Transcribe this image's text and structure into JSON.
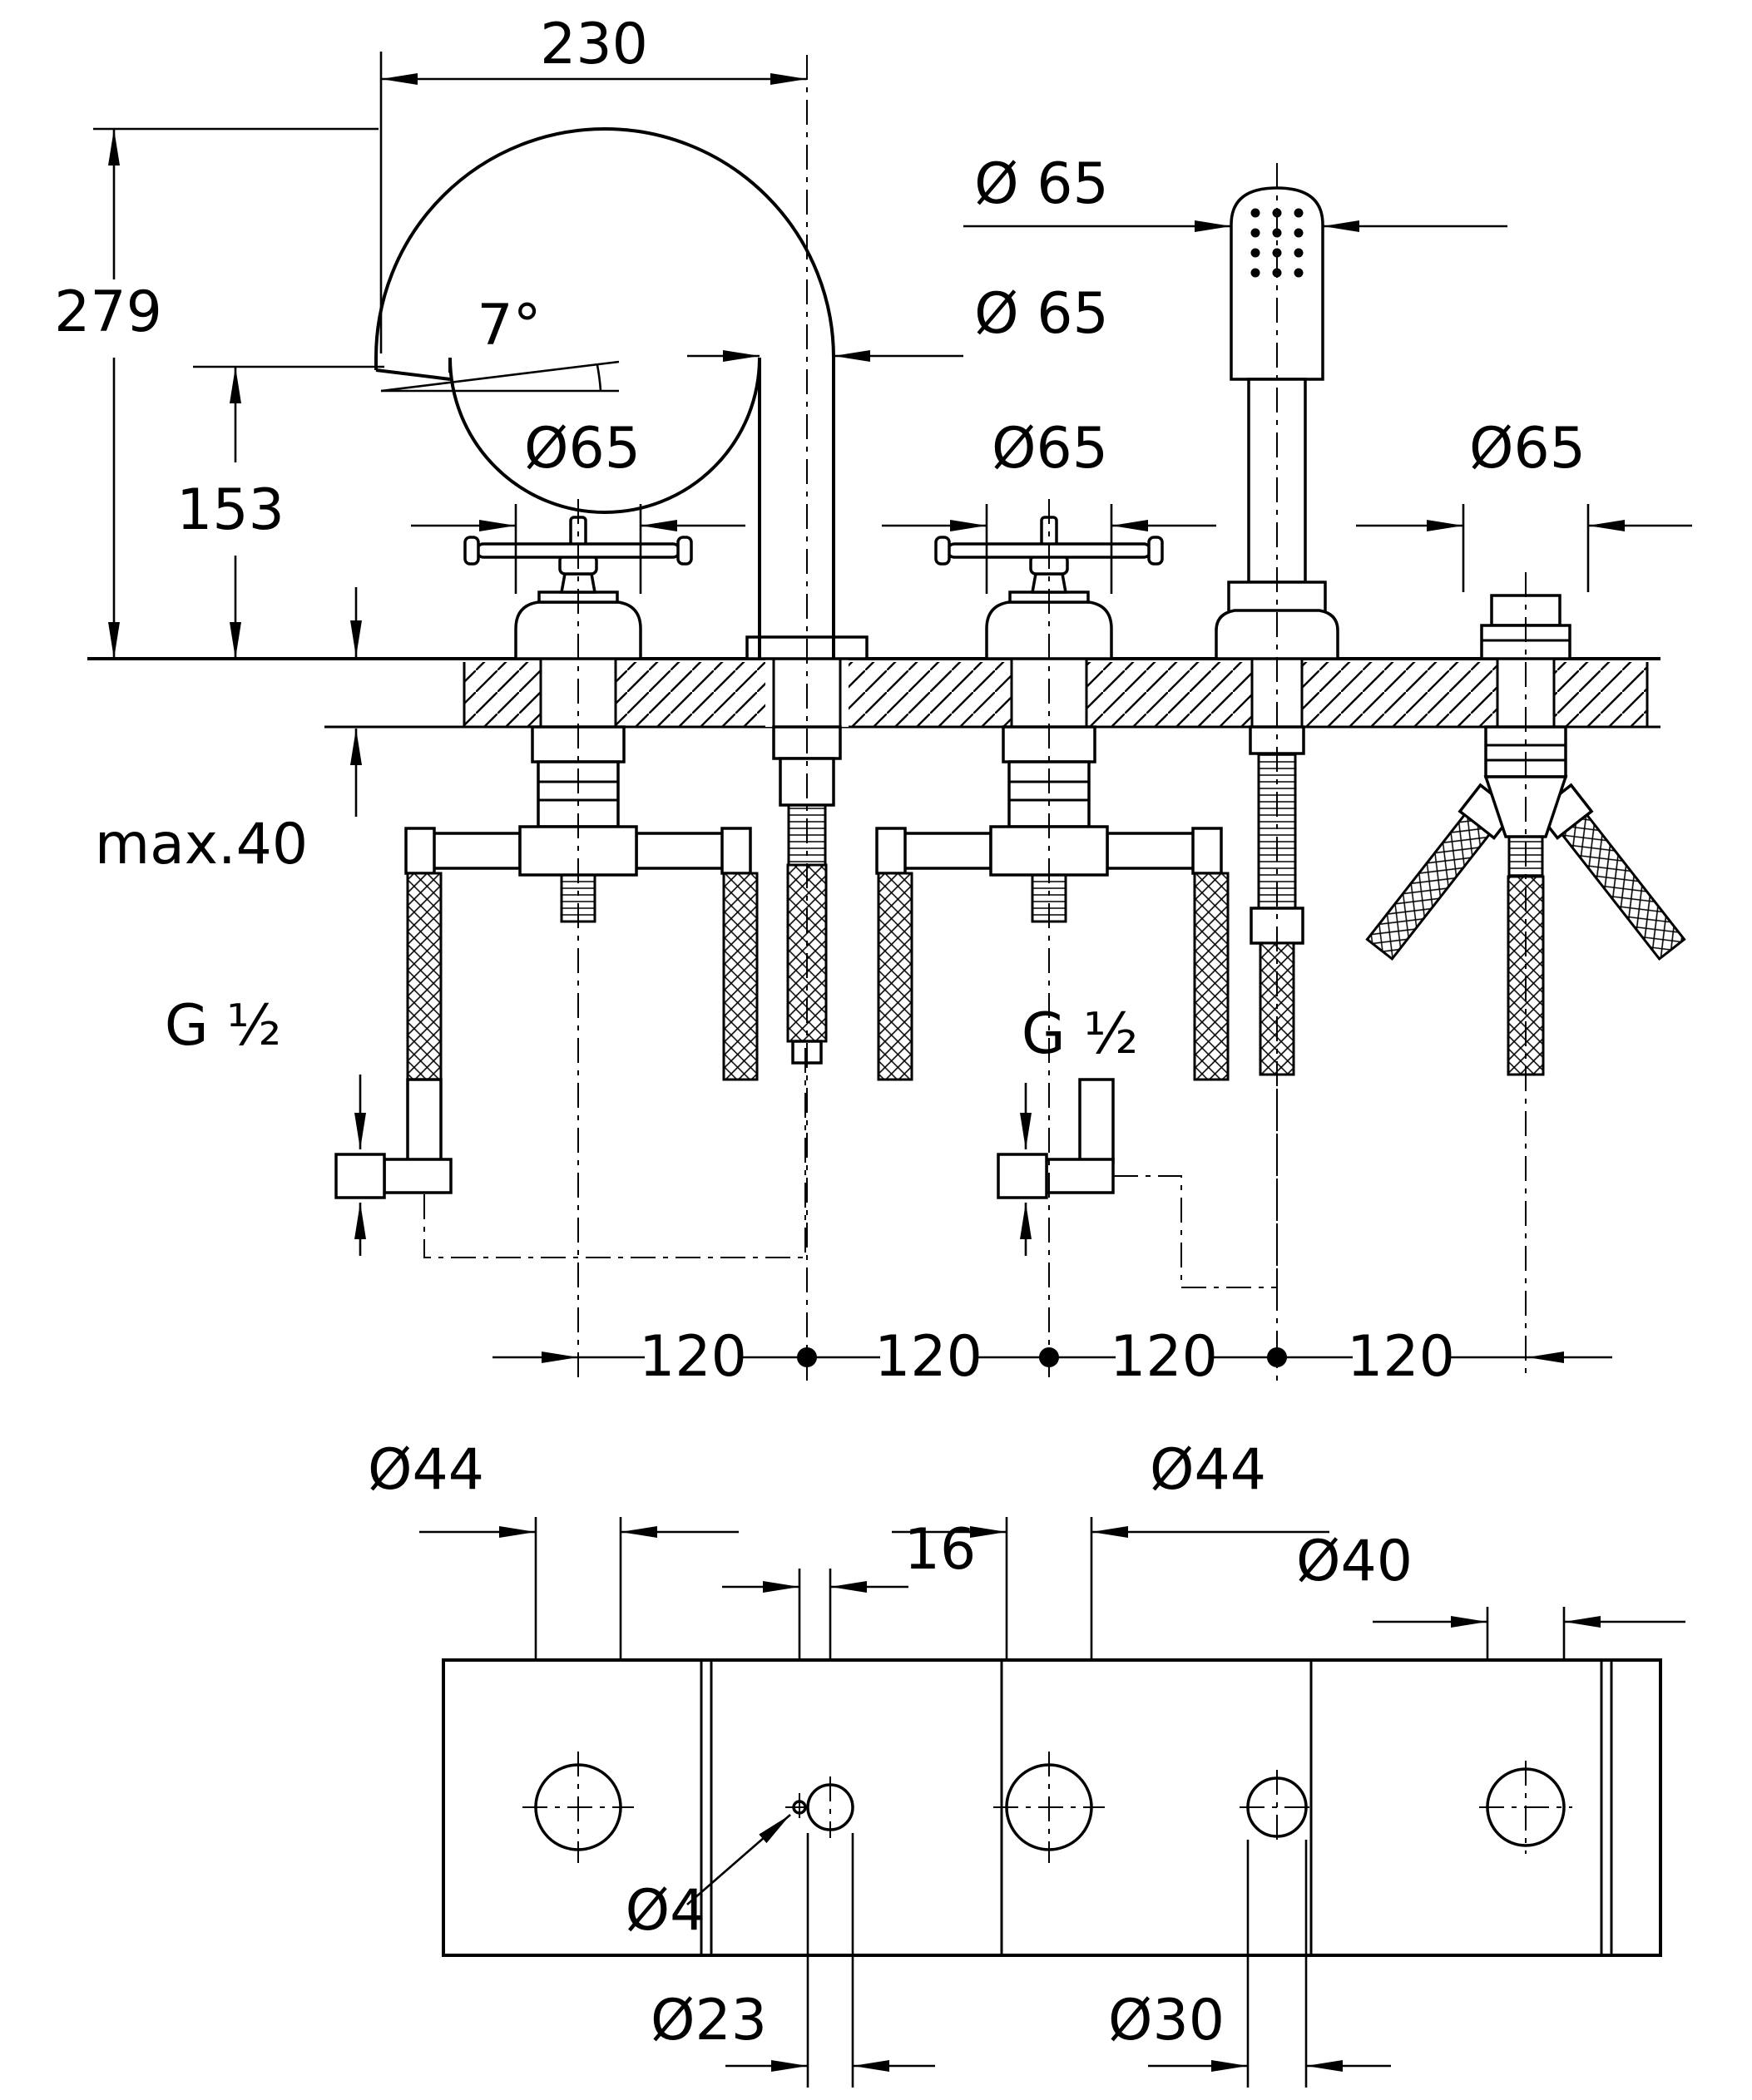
{
  "drawing": {
    "kind": "technical-dimension-drawing",
    "subject": "5-hole bath combination: spout, two cross handles, hand shower, diverter",
    "line_color": "#000000",
    "background_color": "#ffffff"
  },
  "elevation": {
    "spout_reach": "230",
    "total_height": "279",
    "spout_outlet_height": "153",
    "spout_angle": "7°",
    "handshower_dia": "Ø 65",
    "spout_dia": "Ø 65",
    "left_handle_dia": "Ø65",
    "right_handle_dia": "Ø65",
    "diverter_dia": "Ø65",
    "max_deck_thickness": "max.40",
    "thread_left": "G ¹⁄₂",
    "thread_right": "G ¹⁄₂",
    "hole_spacing": [
      "120",
      "120",
      "120",
      "120"
    ]
  },
  "plan": {
    "hole_left_dia": "Ø44",
    "hole_mid_dia": "Ø44",
    "hole_right_dia": "Ø40",
    "pin_offset": "16",
    "pin_hole_dia": "Ø4",
    "small_hole_dia": "Ø23",
    "diverter_hole_dia": "Ø30"
  }
}
